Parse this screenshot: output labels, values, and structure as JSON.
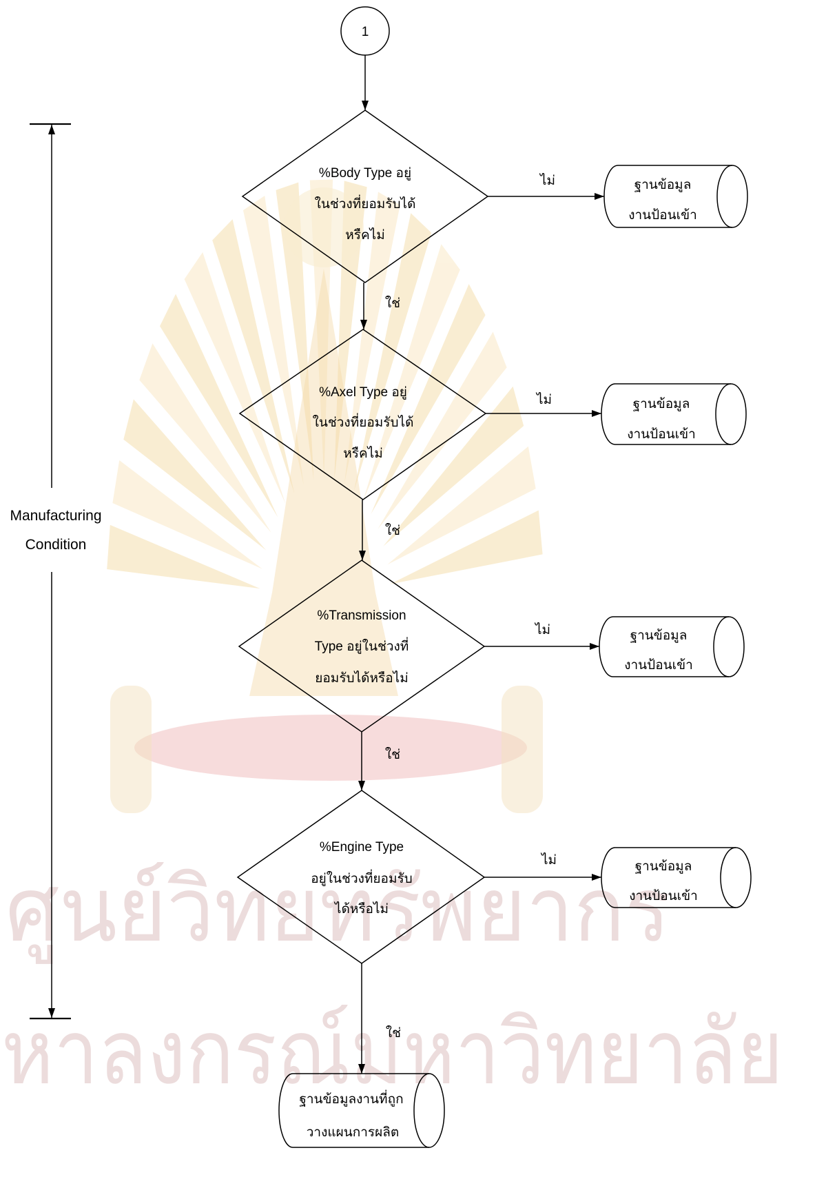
{
  "connector": {
    "label": "1"
  },
  "decisions": [
    {
      "lines": [
        "%Body Type อยู่",
        "ในช่วงที่ยอมรับได้",
        "หรืคไม่"
      ],
      "no_label": "ไม่",
      "yes_label": "ใช่",
      "no_store": [
        "ฐานข้อมูล",
        "งานป้อนเข้า"
      ]
    },
    {
      "lines": [
        "%Axel Type อยู่",
        "ในช่วงที่ยอมรับได้",
        "หรืคไม่"
      ],
      "no_label": "ไม่",
      "yes_label": "ใช่",
      "no_store": [
        "ฐานข้อมูล",
        "งานป้อนเข้า"
      ]
    },
    {
      "lines": [
        "%Transmission",
        "Type อยู่ในช่วงที่",
        "ยอมรับได้หรือไม่"
      ],
      "no_label": "ไม่",
      "yes_label": "ใช่",
      "no_store": [
        "ฐานข้อมูล",
        "งานป้อนเข้า"
      ]
    },
    {
      "lines": [
        "%Engine Type",
        "อยู่ในช่วงที่ยอมรับ",
        "ได้หรือไม่"
      ],
      "no_label": "ไม่",
      "yes_label": "ใช่",
      "no_store": [
        "ฐานข้อมูล",
        "งานป้อนเข้า"
      ]
    }
  ],
  "final_store": [
    "ฐานข้อมูลงานที่ถูก",
    "วางแผนการผลิต"
  ],
  "bracket": [
    "Manufacturing",
    "Condition"
  ],
  "watermark": [
    "ศูนย์วิทยทรัพยากร",
    "หาลงกรณ์มหาวิทยาลัย"
  ]
}
